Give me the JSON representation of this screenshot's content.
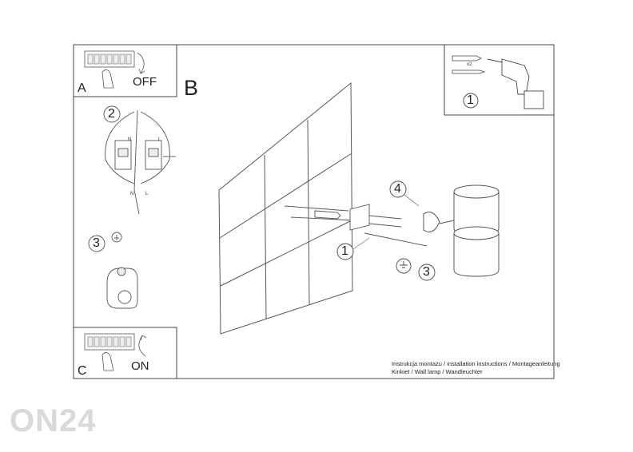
{
  "panel_a": {
    "letter": "A",
    "switch": "OFF"
  },
  "panel_c": {
    "letter": "C",
    "switch": "ON"
  },
  "section_b": {
    "letter": "B"
  },
  "wiring": {
    "step": "2",
    "neutral": "N",
    "live": "L"
  },
  "ground": {
    "step": "3"
  },
  "tools": {
    "step": "1",
    "quantity": "x2"
  },
  "callouts": {
    "bracket": "1",
    "lamp_arm": "4",
    "earth": "3"
  },
  "caption": {
    "line1": "Instrukcja montażu / installation instructions / Montageanleitung",
    "line2": "Kinkiet / Wall lamp / Wandleuchter"
  },
  "watermark": "ON24"
}
